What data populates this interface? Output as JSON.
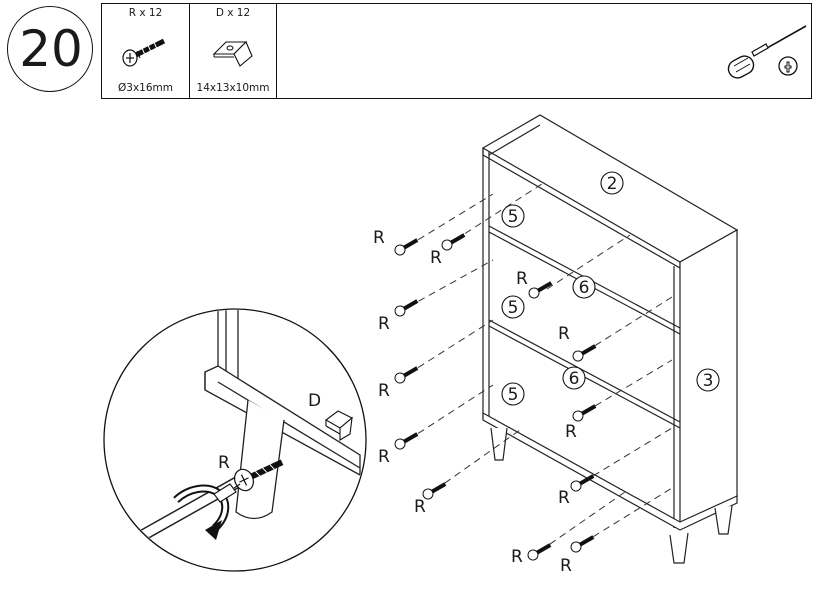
{
  "step": {
    "number": "20"
  },
  "parts": [
    {
      "code": "R",
      "quantity_label": "R x 12",
      "size_label": "Ø3x16mm",
      "icon": "screw-icon"
    },
    {
      "code": "D",
      "quantity_label": "D x 12",
      "size_label": "14x13x10mm",
      "icon": "bracket-icon"
    }
  ],
  "tool": {
    "icon": "phillips-screwdriver-icon"
  },
  "callouts": {
    "panel_top": "2",
    "panel_side": "3",
    "shelf_a": "5",
    "shelf_b": "5",
    "shelf_c": "5",
    "divider_a": "6",
    "divider_b": "6"
  },
  "screw_label": "R",
  "bracket_label": "D"
}
